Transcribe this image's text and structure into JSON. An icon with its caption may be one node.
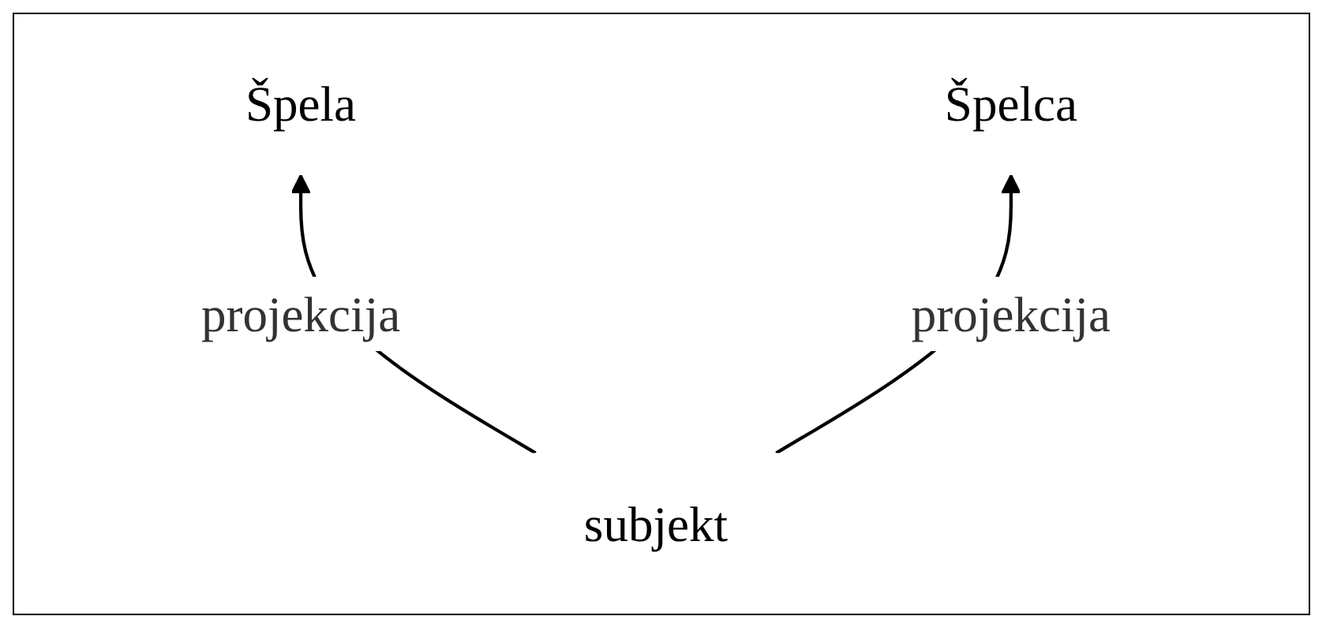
{
  "diagram": {
    "nodes": [
      {
        "text": [
          "Špela"
        ]
      },
      {
        "text": [
          "Špelca"
        ]
      },
      {
        "text": [
          "subjekt"
        ]
      }
    ],
    "edges": [
      {
        "from": 2,
        "to": 0,
        "arrow": "to",
        "label": "projekcija"
      },
      {
        "from": 2,
        "to": 1,
        "arrow": "to",
        "label": "projekcija"
      }
    ]
  }
}
